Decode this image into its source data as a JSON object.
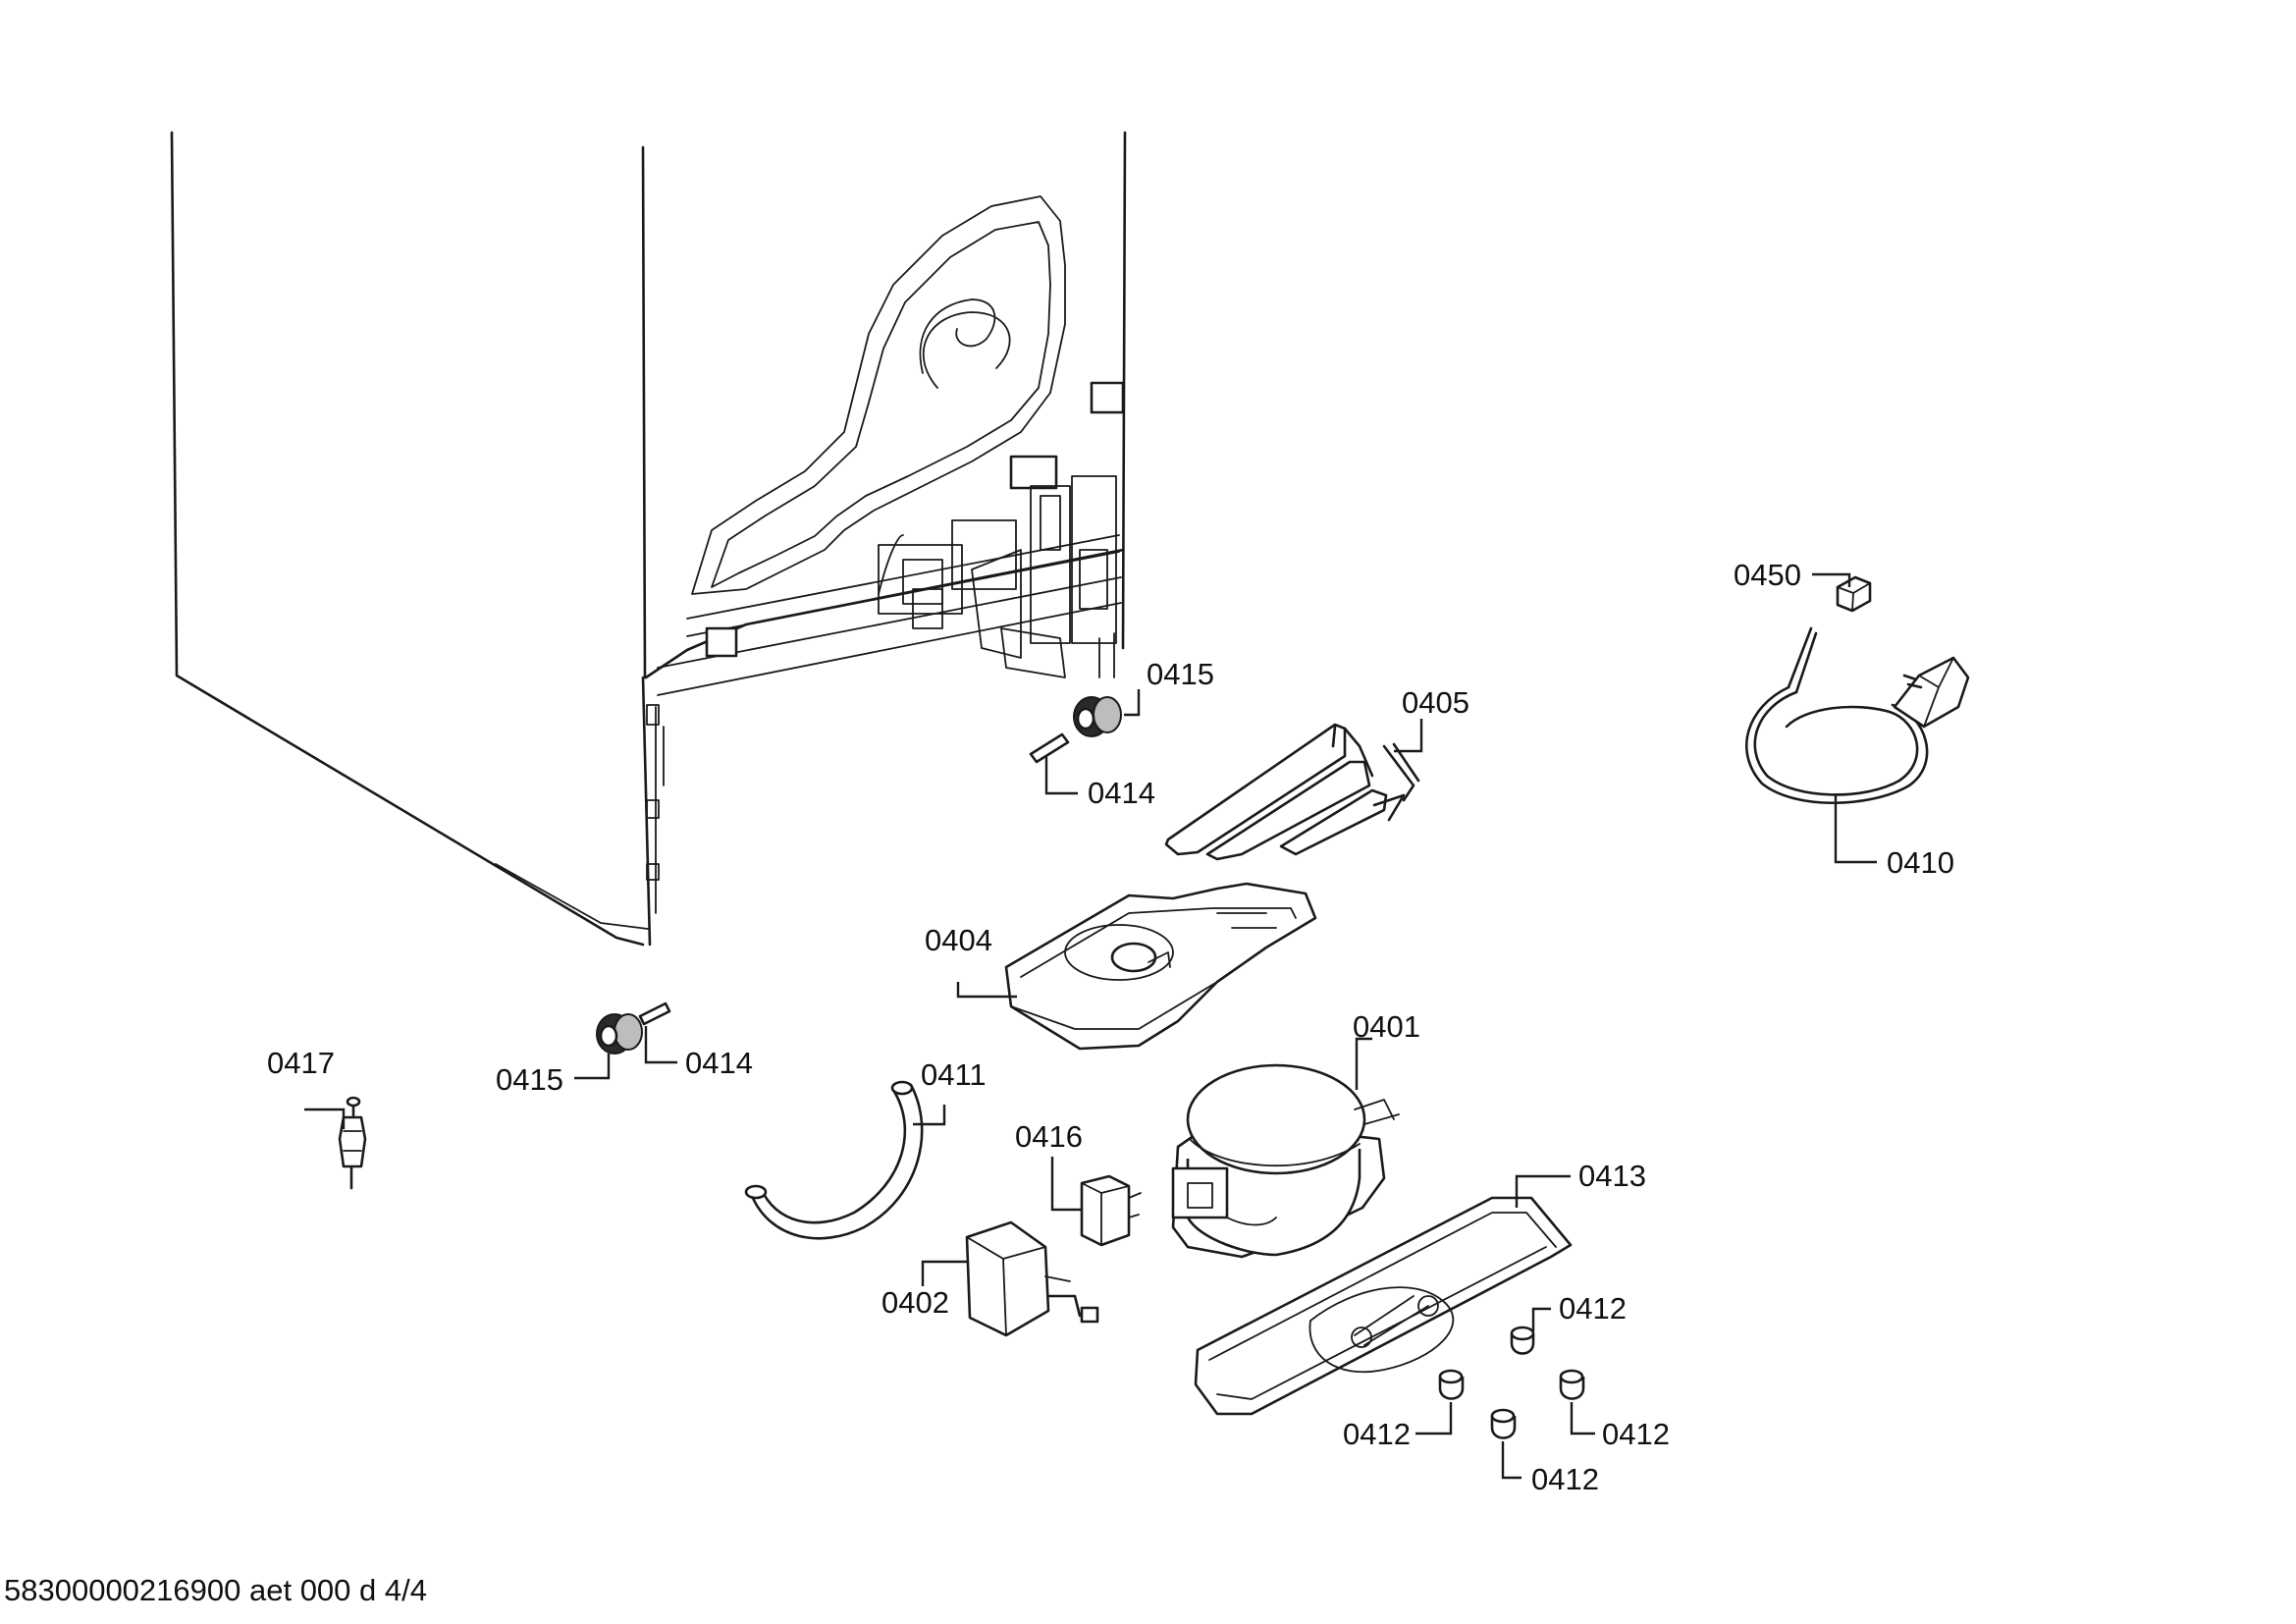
{
  "parts": {
    "p0401": "0401",
    "p0402": "0402",
    "p0404": "0404",
    "p0405": "0405",
    "p0410": "0410",
    "p0411": "0411",
    "p0412_a": "0412",
    "p0412_b": "0412",
    "p0412_c": "0412",
    "p0412_d": "0412",
    "p0413": "0413",
    "p0414_a": "0414",
    "p0414_b": "0414",
    "p0415_a": "0415",
    "p0415_b": "0415",
    "p0416": "0416",
    "p0417": "0417",
    "p0450": "0450"
  },
  "footer": {
    "document_id": "58300000216900 aet 000 d 4/4"
  }
}
